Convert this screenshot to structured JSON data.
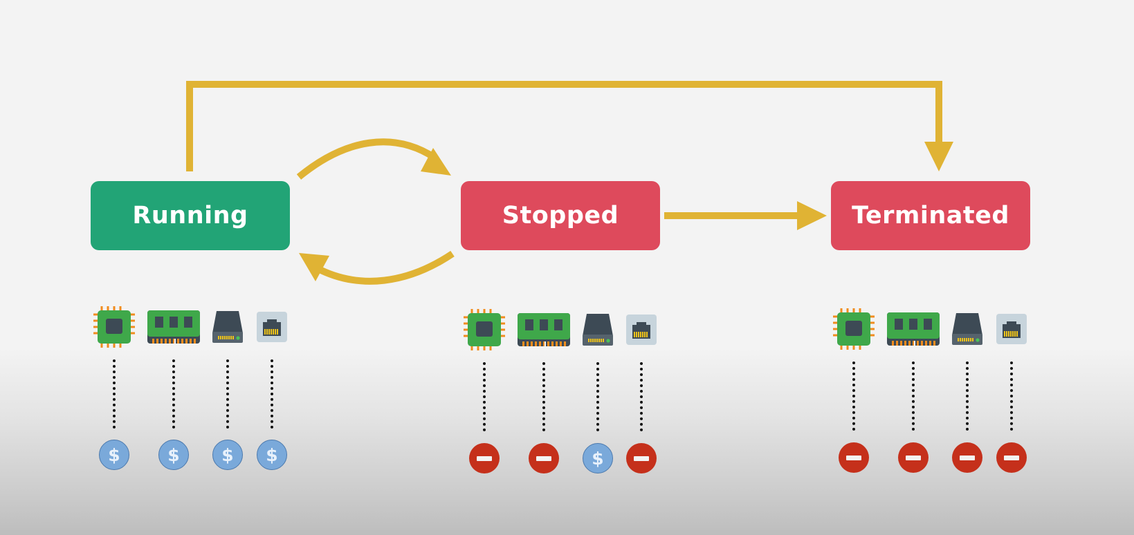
{
  "colors": {
    "arrow": "#e0b334",
    "running": "#22a476",
    "stopped": "#de4a5c",
    "terminated": "#de4a5c",
    "cost_dollar": "#7aa9da",
    "cost_none": "#c5301b"
  },
  "states": [
    {
      "label": "Running",
      "color": "#22a476"
    },
    {
      "label": "Stopped",
      "color": "#de4a5c"
    },
    {
      "label": "Terminated",
      "color": "#de4a5c"
    }
  ],
  "resource_icons": [
    "cpu-chip-icon",
    "memory-ram-icon",
    "storage-drive-icon",
    "network-port-icon"
  ],
  "billing": {
    "running": [
      "dollar",
      "dollar",
      "dollar",
      "dollar"
    ],
    "stopped": [
      "none",
      "none",
      "dollar",
      "none"
    ],
    "terminated": [
      "none",
      "none",
      "none",
      "none"
    ]
  },
  "cost_symbols": {
    "dollar": "$"
  }
}
